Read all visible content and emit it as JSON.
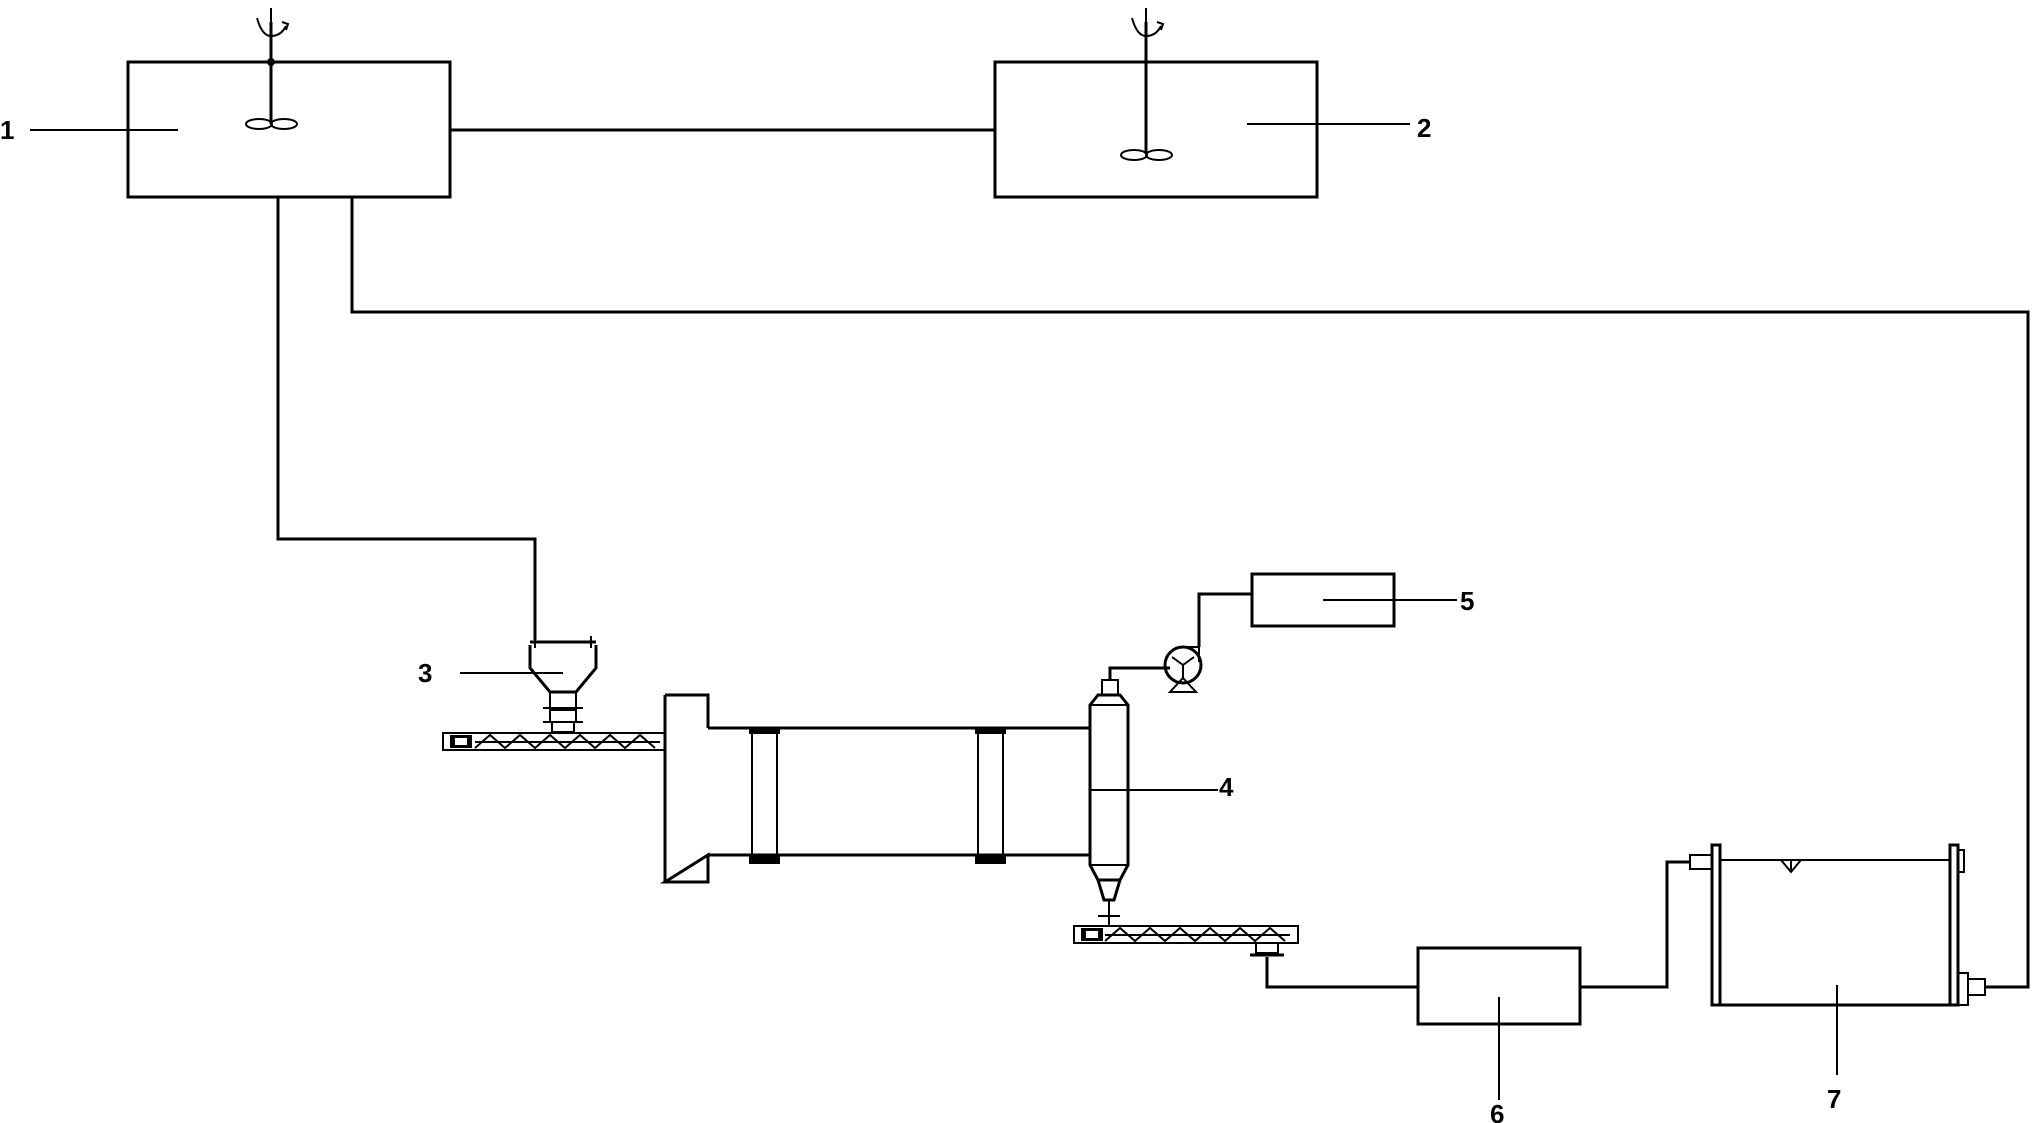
{
  "labels": {
    "n1": "1",
    "n2": "2",
    "n3": "3",
    "n4": "4",
    "n5": "5",
    "n6": "6",
    "n7": "7"
  },
  "components": {
    "tank_1": {
      "id": "1",
      "icon": "mixing-tank-icon"
    },
    "tank_2": {
      "id": "2",
      "icon": "mixing-tank-icon"
    },
    "hopper_3": {
      "id": "3",
      "icon": "hopper-icon"
    },
    "dryer_4": {
      "id": "4",
      "icon": "rotary-dryer-icon"
    },
    "unit_5": {
      "id": "5",
      "icon": "box-unit-icon"
    },
    "unit_6": {
      "id": "6",
      "icon": "box-unit-icon"
    },
    "tank_7": {
      "id": "7",
      "icon": "open-tank-icon"
    }
  }
}
